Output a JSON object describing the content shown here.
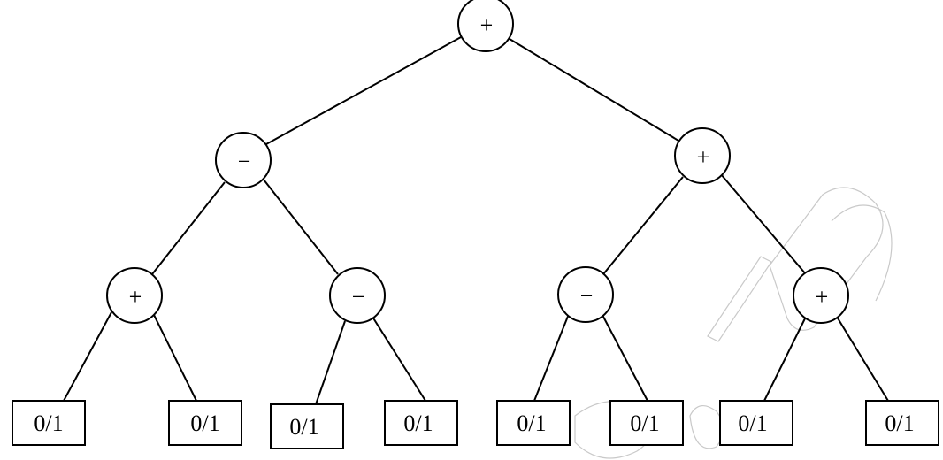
{
  "tree": {
    "root": {
      "op": "+"
    },
    "level1": [
      {
        "op": "−"
      },
      {
        "op": "+"
      }
    ],
    "level2": [
      {
        "op": "+"
      },
      {
        "op": "−"
      },
      {
        "op": "−"
      },
      {
        "op": "+"
      }
    ],
    "leaves": [
      {
        "label": "0/1"
      },
      {
        "label": "0/1"
      },
      {
        "label": "0/1"
      },
      {
        "label": "0/1"
      },
      {
        "label": "0/1"
      },
      {
        "label": "0/1"
      },
      {
        "label": "0/1"
      },
      {
        "label": "0/1"
      }
    ]
  },
  "watermark": {
    "text": "2014",
    "color": "#c9c9c9"
  }
}
